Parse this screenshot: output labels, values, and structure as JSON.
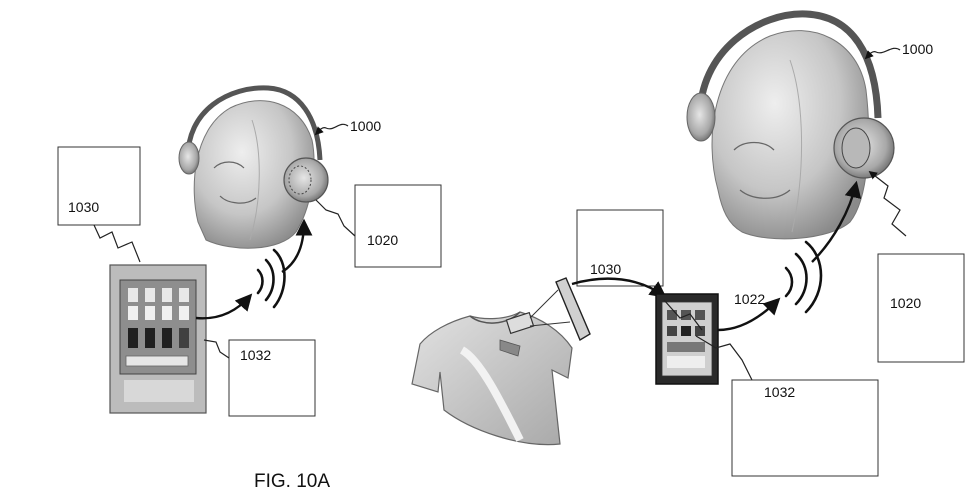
{
  "left_scene": {
    "headset_ref": "1000",
    "box_1030_label": "1030",
    "box_1020_label": "1020",
    "box_1032_label": "1032"
  },
  "right_scene": {
    "headset_ref": "1000",
    "box_1030_label": "1030",
    "box_1020_label": "1020",
    "box_1032_label": "1032",
    "link_ref": "1022"
  },
  "caption": "FIG. 10A",
  "colors": {
    "line": "#111111",
    "box_border": "#333333",
    "head_fill": "#c8c8c8",
    "head_shade": "#9a9a9a",
    "shirt_fill": "#d4d4d4",
    "device_dark": "#2a2a2a"
  },
  "icons": [
    "head-with-headphones-icon",
    "tablet-icon",
    "phone-icon",
    "tshirt-icon",
    "wireless-signal-icon",
    "lightning-arrow-icon"
  ]
}
